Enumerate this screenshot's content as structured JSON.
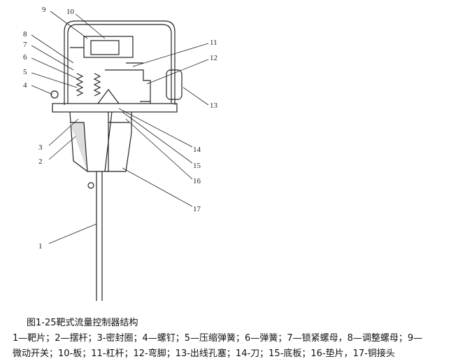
{
  "figure": {
    "labels": [
      "1",
      "2",
      "3",
      "4",
      "5",
      "6",
      "7",
      "8",
      "9",
      "10",
      "11",
      "12",
      "13",
      "14",
      "15",
      "16",
      "17"
    ]
  },
  "caption": {
    "title": "图1-25靶式流量控制器结构",
    "line1": "1—靶片；2—摆杆；3-密封圈；4—螺钉；5—压缩弹簧；6—弹簧；7—锁紧螺母，8—调整螺母；9—",
    "line2": "微动开关；10-板；11-杠杆；12-弯脚；13-出线孔塞；14-刀；15-底板；16-垫片，17-铜接头"
  }
}
